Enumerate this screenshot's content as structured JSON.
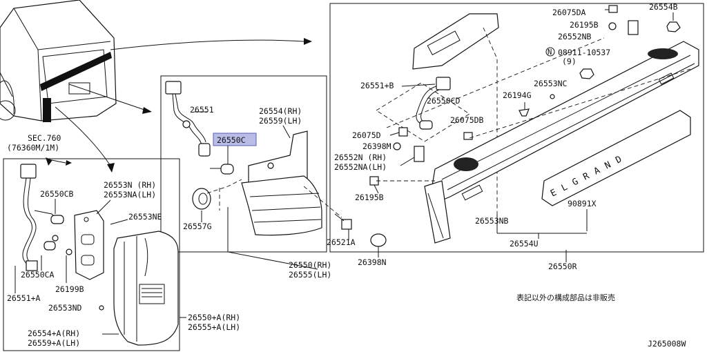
{
  "labels": {
    "sec760_a": "SEC.760",
    "sec760_b": "(76360M/1M)",
    "p26551": "26551",
    "p26550C": "26550C",
    "p26554rh": "26554(RH)",
    "p26559lh": "26559(LH)",
    "p26557G": "26557G",
    "p26521A": "26521A",
    "p26398N": "26398N",
    "p26550rh": "26550(RH)",
    "p26555lh": "26555(LH)",
    "p26550CB": "26550CB",
    "p26553Nrh": "26553N (RH)",
    "p26553NAlh": "26553NA(LH)",
    "p26553NE": "26553NE",
    "p26550CA": "26550CA",
    "p26199B": "26199B",
    "p26551A": "26551+A",
    "p26553ND": "26553ND",
    "p26550Arh": "26550+A(RH)",
    "p26555Alh": "26555+A(LH)",
    "p26554Arh": "26554+A(RH)",
    "p26559Alh": "26559+A(LH)",
    "p26075DA": "26075DA",
    "p26554B": "26554B",
    "p26195B_top": "26195B",
    "p26552NB": "26552NB",
    "p08911a": "08911-10537",
    "p08911b": "(9)",
    "p26551B": "26551+B",
    "p26553NC": "26553NC",
    "p26550CD": "26550CD",
    "p26194G": "26194G",
    "p26075DB": "26075DB",
    "p26075D": "26075D",
    "p26398M": "26398M",
    "p26552Nrh": "26552N (RH)",
    "p26552NAlh": "26552NA(LH)",
    "p26195B_bot": "26195B",
    "p90891X": "90891X",
    "p26553NB": "26553NB",
    "p26554U": "26554U",
    "p26550R": "26550R",
    "n_circle": "N",
    "emblem": "E L G R A N D",
    "note_jp": "表記以外の構成部品は非販売",
    "diagram_id": "J265008W"
  },
  "colors": {
    "highlight": "#b8bce6",
    "ink": "#111111"
  }
}
